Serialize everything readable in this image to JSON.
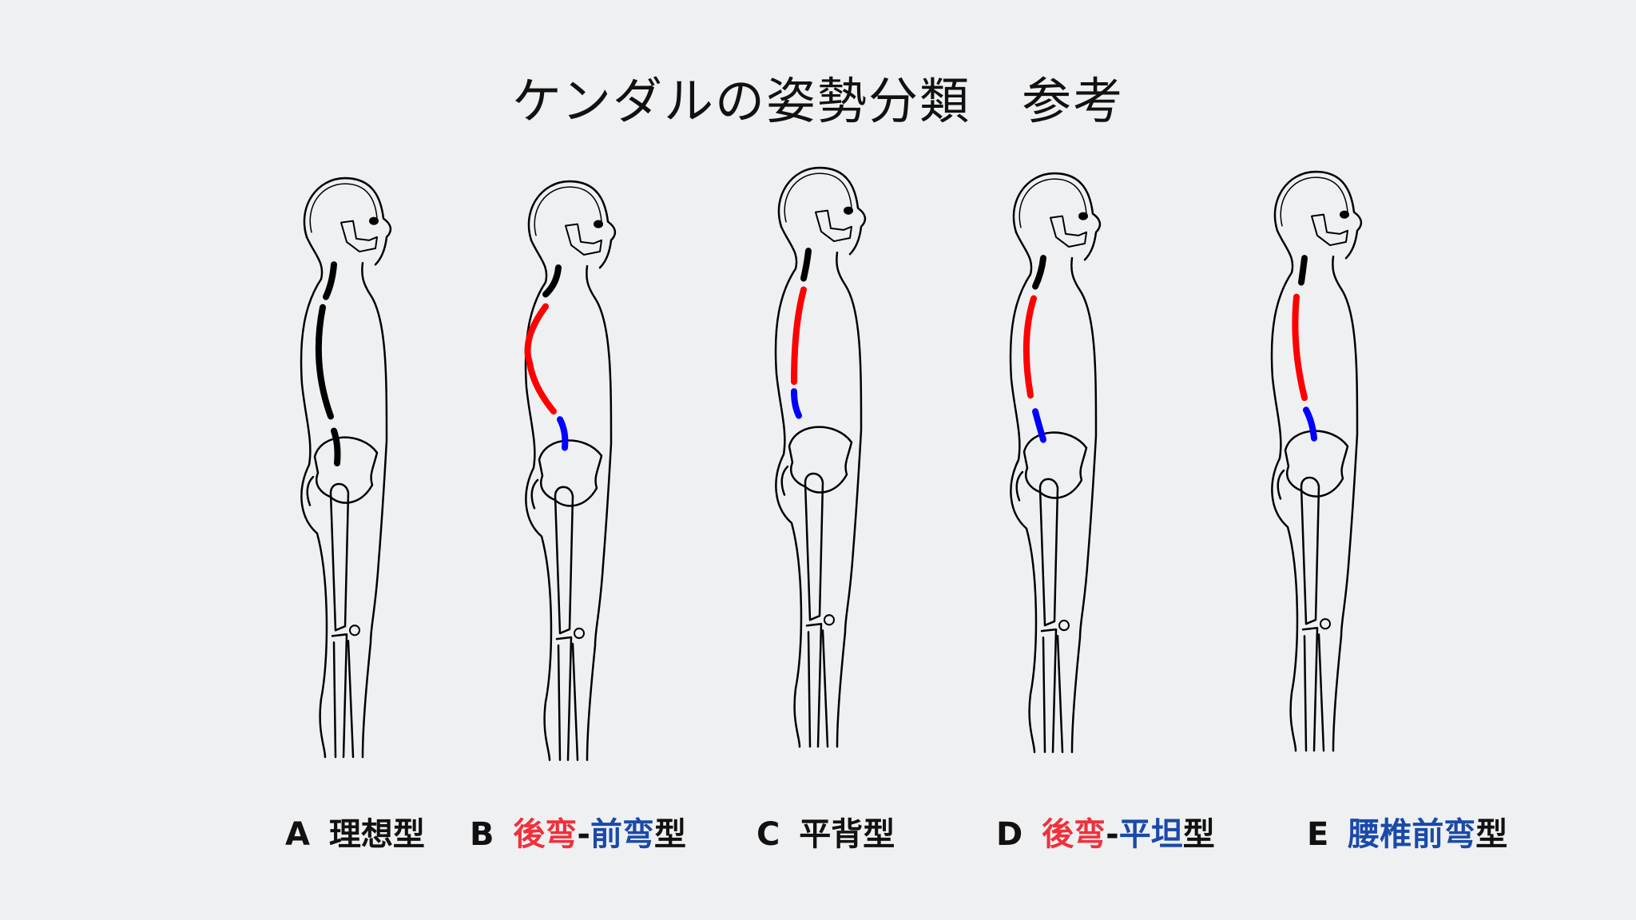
{
  "title": "ケンダルの姿勢分類　参考",
  "colors": {
    "text": "#111111",
    "label_red": "#f0303a",
    "label_blue": "#1a4aa8",
    "spine_red": "#ff0000",
    "spine_blue": "#0000ff",
    "spine_black": "#000000"
  },
  "figures": [
    {
      "id": "A",
      "spine": [
        "black",
        "black",
        "black"
      ],
      "label": {
        "letter": "A",
        "parts": [
          {
            "text": "理想型",
            "color": "text"
          }
        ]
      }
    },
    {
      "id": "B",
      "spine": [
        "black",
        "red",
        "blue"
      ],
      "label": {
        "letter": "B",
        "parts": [
          {
            "text": "後弯",
            "color": "label_red"
          },
          {
            "text": "-",
            "color": "text"
          },
          {
            "text": "前弯",
            "color": "label_blue"
          },
          {
            "text": "型",
            "color": "text"
          }
        ]
      }
    },
    {
      "id": "C",
      "spine": [
        "black",
        "red",
        "blue"
      ],
      "label": {
        "letter": "C",
        "parts": [
          {
            "text": "平背型",
            "color": "text"
          }
        ]
      }
    },
    {
      "id": "D",
      "spine": [
        "black",
        "red",
        "blue"
      ],
      "label": {
        "letter": "D",
        "parts": [
          {
            "text": "後弯",
            "color": "label_red"
          },
          {
            "text": "-",
            "color": "text"
          },
          {
            "text": "平坦",
            "color": "label_blue"
          },
          {
            "text": "型",
            "color": "text"
          }
        ]
      }
    },
    {
      "id": "E",
      "spine": [
        "black",
        "red",
        "blue"
      ],
      "label": {
        "letter": "E",
        "parts": [
          {
            "text": "腰椎前弯",
            "color": "label_blue"
          },
          {
            "text": "型",
            "color": "text"
          }
        ]
      }
    }
  ]
}
